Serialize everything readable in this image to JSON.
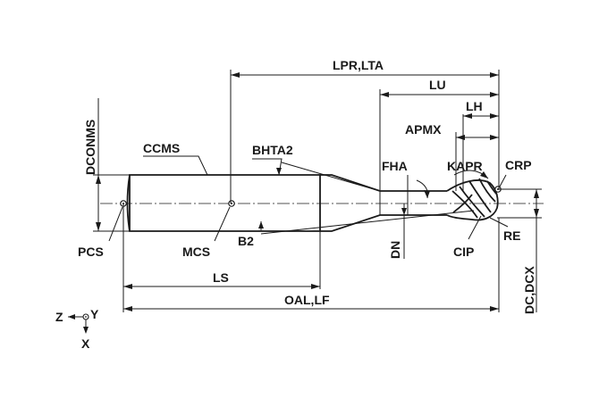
{
  "labels": {
    "lpr_lta": "LPR,LTA",
    "lu": "LU",
    "lh": "LH",
    "apmx": "APMX",
    "dconms": "DCONMS",
    "ccms": "CCMS",
    "bhta2": "BHTA2",
    "fha": "FHA",
    "kapr": "KAPR",
    "crp": "CRP",
    "pcs": "PCS",
    "mcs": "MCS",
    "b2": "B2",
    "dn": "DN",
    "re": "RE",
    "cip": "CIP",
    "dc_dcx": "DC,DCX",
    "ls": "LS",
    "oal_lf": "OAL,LF"
  },
  "axes": {
    "z": "Z",
    "y": "Y",
    "x": "X"
  }
}
